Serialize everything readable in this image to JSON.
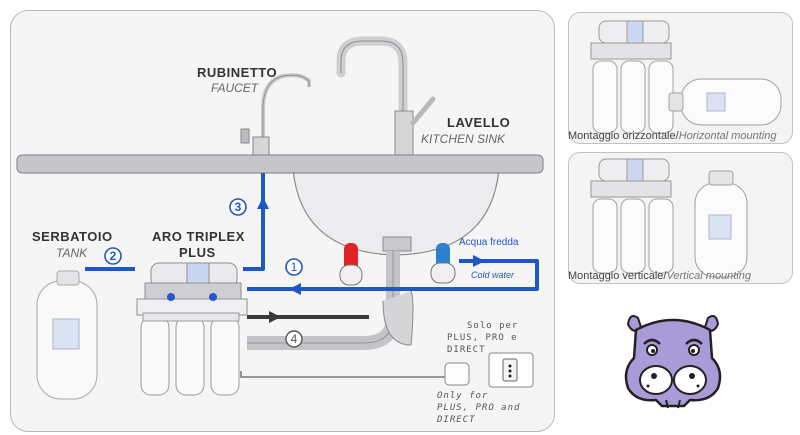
{
  "labels": {
    "faucet_it": "RUBINETTO",
    "faucet_en": "FAUCET",
    "sink_it": "LAVELLO",
    "sink_en": "KITCHEN SINK",
    "tank_it": "SERBATOIO",
    "tank_en": "TANK",
    "system_line1": "ARO TRIPLEX",
    "system_line2": "PLUS",
    "cold_it": "Acqua fredda",
    "cold_en": "Cold water",
    "note_it_line1": "Solo per",
    "note_it_line2": "PLUS, PRO e",
    "note_it_line3": "DIRECT",
    "note_en_line1": "Only for",
    "note_en_line2": "PLUS, PRO and",
    "note_en_line3": "DIRECT"
  },
  "steps": [
    "1",
    "2",
    "3",
    "4"
  ],
  "captions": {
    "horizontal_it": "Montaggio orizzontale/",
    "horizontal_en": "Horizontal mounting",
    "vertical_it": "Montaggio verticale/",
    "vertical_en": "Vertical mounting"
  },
  "colors": {
    "pipe_blue": "#1f56c9",
    "pipe_dark": "#3a3a3a",
    "hot_red": "#e02424",
    "cold_blue": "#2f7fd0",
    "mascot": "#a99ad8"
  },
  "icons": [
    "faucet-icon",
    "sink-icon",
    "tank-icon",
    "filter-system-icon",
    "power-plug-icon",
    "mascot-icon"
  ]
}
